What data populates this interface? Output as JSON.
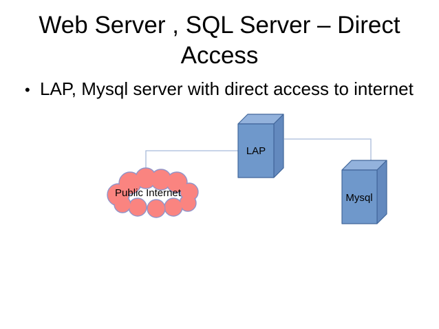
{
  "slide": {
    "title_line1": "Web Server , SQL Server – Direct",
    "title_line2": "Access",
    "bullet": {
      "marker": "•",
      "text": "LAP, Mysql server with direct access to internet"
    },
    "diagram": {
      "cloud_label": "Public Internet",
      "web_server_label": "LAP",
      "db_server_label": "Mysql",
      "colors": {
        "cloud_fill": "#FA8480",
        "cloud_stroke": "#9094C9",
        "box_front": "#6F98CB",
        "box_top": "#93B2DC",
        "box_side": "#6389BE",
        "box_stroke": "#41669A",
        "connector": "#A7BAD9"
      }
    }
  }
}
